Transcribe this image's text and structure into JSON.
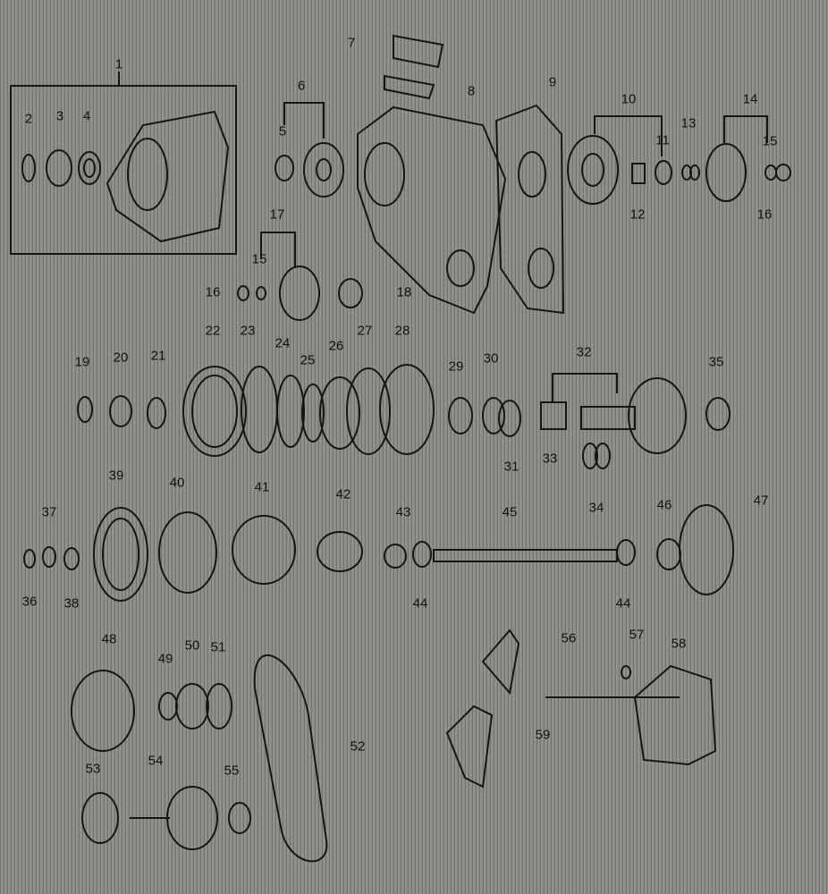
{
  "diagram": {
    "type": "exploded parts view",
    "style": "line drawing",
    "ink_color": "#111111",
    "paper_color": "#8b8b86"
  },
  "labels": [
    "1",
    "2",
    "3",
    "4",
    "5",
    "6",
    "7",
    "8",
    "9",
    "10",
    "11",
    "12",
    "13",
    "14",
    "15",
    "16",
    "17",
    "15",
    "16",
    "18",
    "19",
    "20",
    "21",
    "22",
    "23",
    "24",
    "25",
    "26",
    "27",
    "28",
    "29",
    "30",
    "31",
    "32",
    "33",
    "34",
    "35",
    "36",
    "37",
    "38",
    "39",
    "40",
    "41",
    "42",
    "43",
    "44",
    "45",
    "44",
    "46",
    "47",
    "48",
    "49",
    "50",
    "51",
    "52",
    "53",
    "54",
    "55",
    "56",
    "57",
    "58",
    "59"
  ]
}
